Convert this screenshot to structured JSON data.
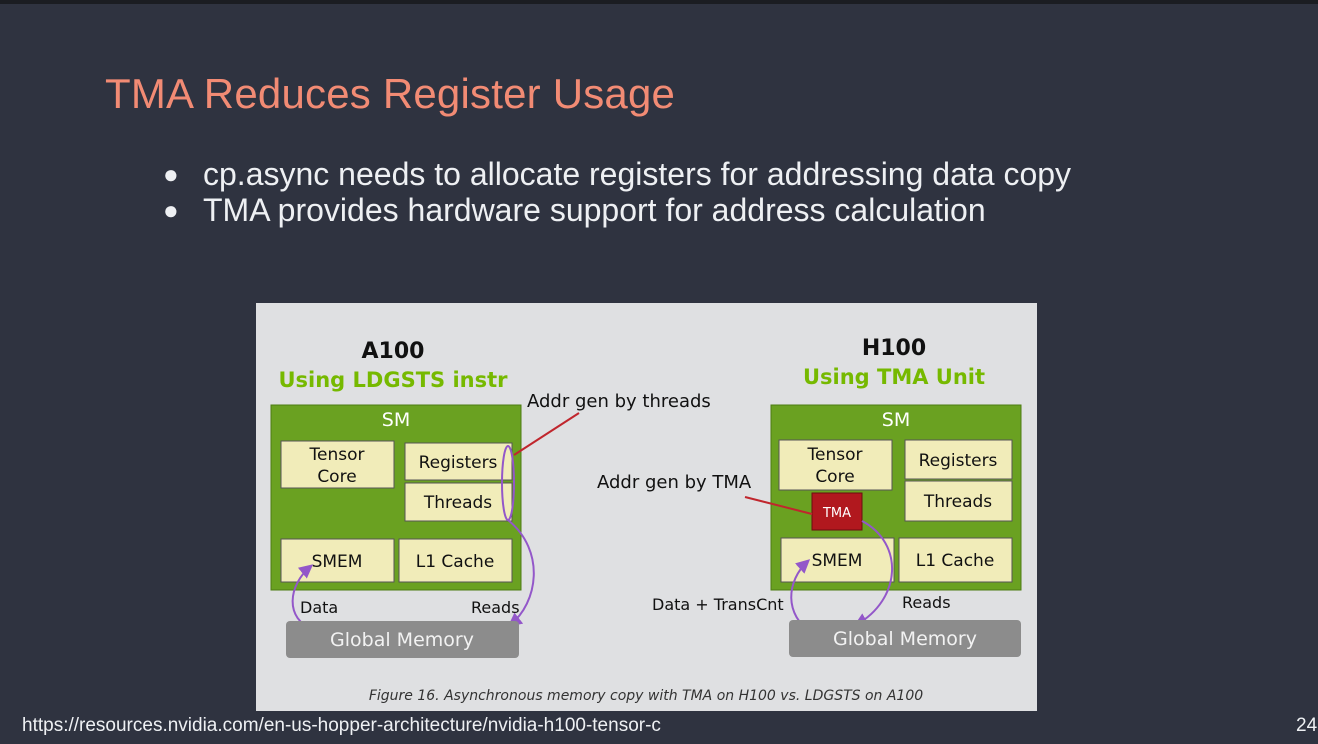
{
  "slide": {
    "title": "TMA Reduces Register Usage",
    "bullets": [
      "cp.async needs to allocate registers for addressing data copy",
      "TMA provides hardware support for address calculation"
    ],
    "footer_url": "https://resources.nvidia.com/en-us-hopper-architecture/nvidia-h100-tensor-c",
    "page_number": "24"
  },
  "figure": {
    "a100": {
      "name": "A100",
      "subtitle": "Using LDGSTS instr",
      "sm": "SM",
      "tensor_core_line1": "Tensor",
      "tensor_core_line2": "Core",
      "registers": "Registers",
      "threads": "Threads",
      "smem": "SMEM",
      "l1": "L1 Cache",
      "data": "Data",
      "reads": "Reads",
      "global_memory": "Global Memory",
      "addr_gen": "Addr gen by threads"
    },
    "h100": {
      "name": "H100",
      "subtitle": "Using TMA Unit",
      "sm": "SM",
      "tensor_core_line1": "Tensor",
      "tensor_core_line2": "Core",
      "registers": "Registers",
      "threads": "Threads",
      "tma": "TMA",
      "smem": "SMEM",
      "l1": "L1 Cache",
      "data": "Data + TransCnt",
      "reads": "Reads",
      "global_memory": "Global Memory",
      "addr_gen": "Addr gen by TMA"
    },
    "caption": "Figure 16. Asynchronous memory copy with TMA on H100 vs. LDGSTS on A100",
    "colors": {
      "sm_green": "#6aa121",
      "subtitle_green": "#76b900",
      "box_fill": "#f1ecb9",
      "tma_red": "#b1181e",
      "arrow_purple": "#9357c9",
      "memory_gray": "#8c8c8c"
    }
  }
}
